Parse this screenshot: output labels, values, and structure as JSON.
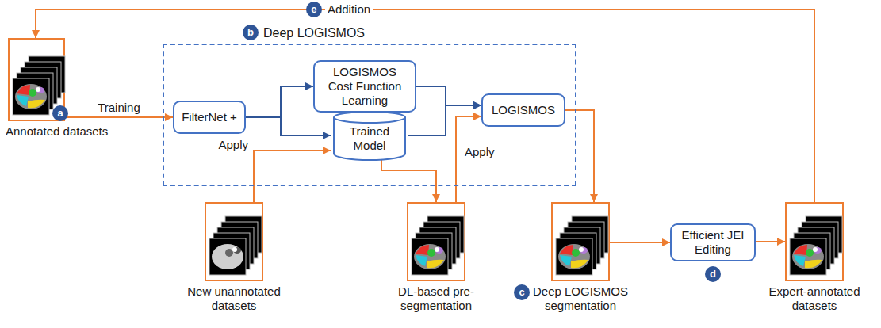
{
  "diagram": {
    "nodes": [
      {
        "text": [
          "Annotated datasets"
        ]
      },
      {
        "text": [
          "Deep LOGISMOS"
        ]
      },
      {
        "text": [
          "FilterNet +"
        ],
        "in": 1
      },
      {
        "text": [
          "LOGISMOS Cost Function Learning"
        ],
        "in": 1
      },
      {
        "text": [
          "Trained Model"
        ],
        "in": 1
      },
      {
        "text": [
          "LOGISMOS"
        ],
        "in": 1
      },
      {
        "text": [
          "New unannotated datasets"
        ]
      },
      {
        "text": [
          "DL-based pre-segmentation"
        ]
      },
      {
        "text": [
          "Deep LOGISMOS segmentation"
        ]
      },
      {
        "text": [
          "Efficient JEI Editing"
        ]
      },
      {
        "text": [
          "Expert-annotated datasets"
        ]
      }
    ],
    "edges": [
      {
        "from": 0,
        "to": 2,
        "arrow": "to",
        "label": "Training"
      },
      {
        "from": 2,
        "to": 3,
        "arrow": "to"
      },
      {
        "from": 2,
        "to": 4,
        "arrow": "to"
      },
      {
        "from": 3,
        "to": 5,
        "arrow": "to"
      },
      {
        "from": 4,
        "to": 5,
        "arrow": "to"
      },
      {
        "from": 6,
        "to": 4,
        "arrow": "to",
        "label": "Apply"
      },
      {
        "from": 4,
        "to": 7,
        "arrow": "to"
      },
      {
        "from": 7,
        "to": 5,
        "arrow": "to",
        "label": "Apply"
      },
      {
        "from": 5,
        "to": 8,
        "arrow": "to"
      },
      {
        "from": 8,
        "to": 9,
        "arrow": "to"
      },
      {
        "from": 9,
        "to": 10,
        "arrow": "to"
      },
      {
        "from": 10,
        "to": 0,
        "arrow": "to",
        "label": "Addition"
      }
    ],
    "labels": [
      "a",
      "b",
      "c",
      "d",
      "e"
    ]
  }
}
